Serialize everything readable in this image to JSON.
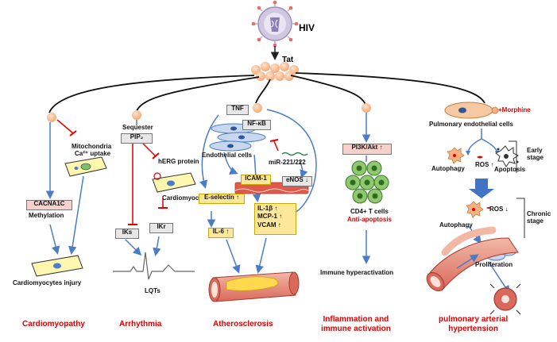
{
  "top": {
    "virus_label": "HIV",
    "protein_label": "Tat"
  },
  "cardiomyopathy": {
    "mito_line1": "Mitochondria",
    "mito_line2": "Ca²⁺ uptake",
    "gene_box": "CACNA1C",
    "methylation": "Methylation",
    "injury": "Cardiomyocytes injury",
    "disease": "Cardiomyopathy"
  },
  "arrhythmia": {
    "sequester": "Sequester",
    "pip_box": "PIP₂",
    "herg": "hERG protein",
    "cardiomyocytes": "Cardiomyocytes",
    "iks": "IKs",
    "ikr": "IKr",
    "lqt": "LQTs",
    "disease": "Arrhythmia"
  },
  "atherosclerosis": {
    "tnf": "TNF",
    "nfkb": "NF-κB",
    "endothelial": "Endothelial cells",
    "mirna": "miR-221/222",
    "icam": "ICAM-1",
    "enos": "eNOS ↓",
    "eselectin": "E-selectin ↑",
    "il1b": "IL-1β  ↑",
    "mcp1": "MCP-1  ↑",
    "vcam": "VCAM  ↑",
    "il6": "IL-6 ↑",
    "disease": "Atherosclerosis"
  },
  "immune": {
    "pi3k": "PI3K/Akt  ↑",
    "tcells": "CD4+ T cells",
    "antiapop": "Anti-apoptosis",
    "hyper": "Immune hyperactivation",
    "disease_line1": "Inflammation and",
    "disease_line2": "immune activation"
  },
  "pah": {
    "morphine": "+Morphine",
    "pec": "Pulmonary endothelial cells",
    "autophagy1": "Autophagy",
    "ros_up": "ROS ↑",
    "apoptosis": "Apoptosis",
    "early1": "Early",
    "early2": "stage",
    "ros_down": "ROS ↓",
    "autophagy2": "Autophagy",
    "chronic1": "Chronic",
    "chronic2": "stage",
    "proliferation": "Proliferation",
    "disease_line1": "pulmonary arterial",
    "disease_line2": "hypertension"
  },
  "colors": {
    "arrow_blue": "#4a7cc7",
    "inhibit_red": "#e00000",
    "disease_red": "#e00000",
    "tat_orange": "#f4b183"
  }
}
